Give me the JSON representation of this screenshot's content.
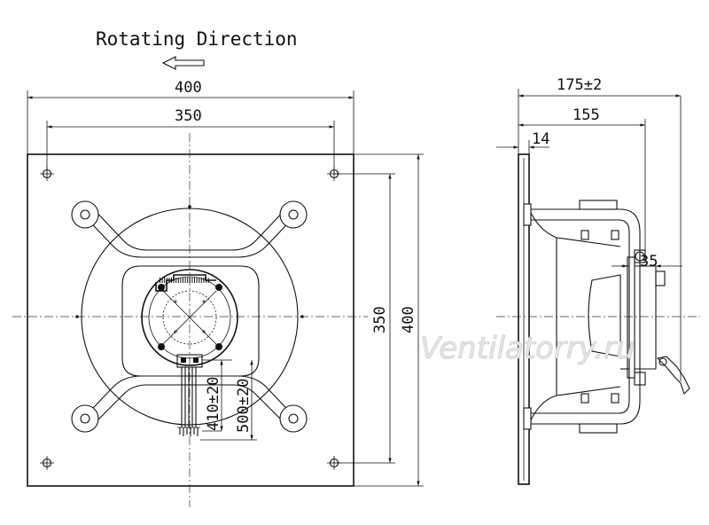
{
  "title": "Rotating Direction",
  "watermark": "Ventilatorry.ru",
  "front_view": {
    "dim_width_outer": "400",
    "dim_width_holes": "350",
    "dim_height_holes": "350",
    "dim_height_outer": "400",
    "dim_cable_short": "410±20",
    "dim_cable_long": "500±20"
  },
  "side_view": {
    "dim_depth_total": "175±2",
    "dim_depth_main": "155",
    "dim_plate": "14",
    "dim_offset": "35"
  }
}
